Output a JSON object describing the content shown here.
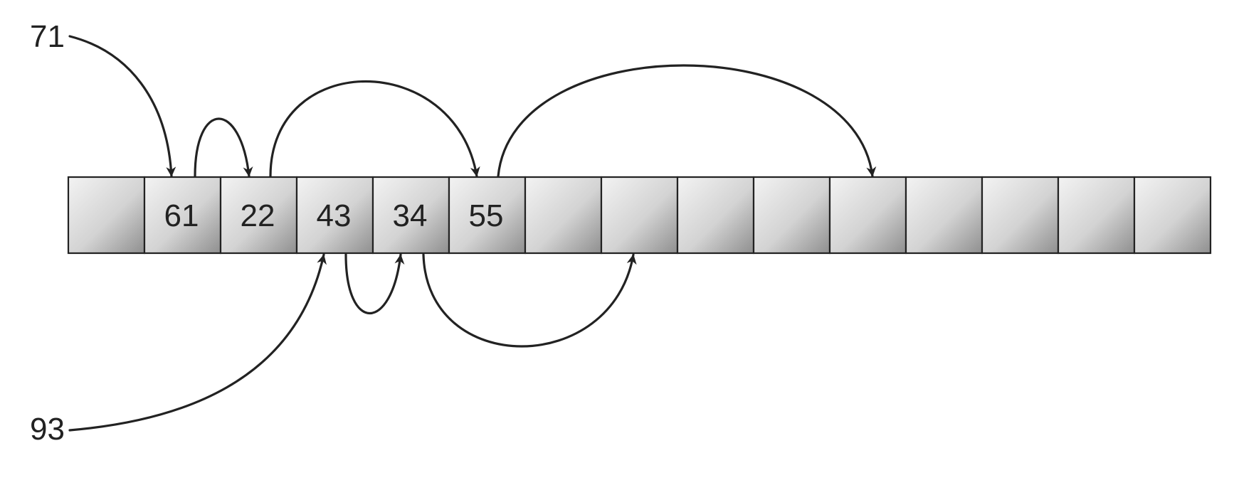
{
  "diagram": {
    "colors": {
      "stroke": "#222222",
      "cell_light": "#f3f3f3",
      "cell_dark": "#8f8f8f"
    },
    "table": {
      "cells": [
        "",
        "61",
        "22",
        "43",
        "34",
        "55",
        "",
        "",
        "",
        "",
        "",
        "",
        "",
        "",
        ""
      ]
    },
    "keys": [
      {
        "label": "71"
      },
      {
        "label": "93"
      }
    ],
    "probe_sequences": [
      {
        "key": "71",
        "slots": [
          1,
          2,
          5,
          10
        ]
      },
      {
        "key": "93",
        "slots": [
          3,
          4,
          7
        ]
      }
    ]
  }
}
